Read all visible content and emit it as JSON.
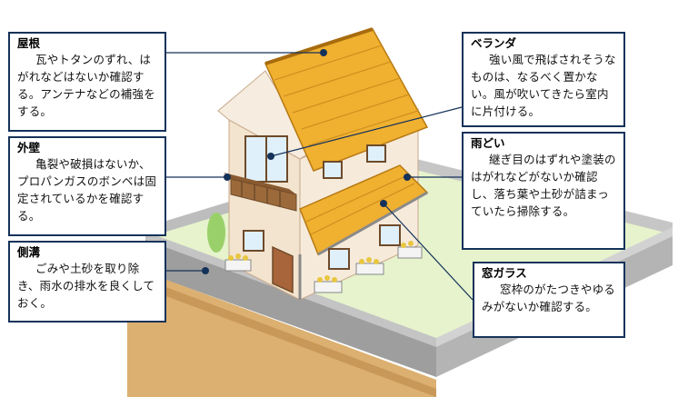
{
  "callouts": {
    "roof": {
      "title": "屋根",
      "text": "瓦やトタンのずれ、はがれなどはないか確認する。アンテナなどの補強をする。"
    },
    "wall": {
      "title": "外壁",
      "text": "亀裂や破損はないか、プロパンガスのボンベは固定されているかを確認する。"
    },
    "gutter_side": {
      "title": "側溝",
      "text": "ごみや土砂を取り除き、雨水の排水を良くしておく。"
    },
    "veranda": {
      "title": "ベランダ",
      "text": "強い風で飛ばされそうなものは、なるべく置かない。風が吹いてきたら室内に片付ける。"
    },
    "rain_gutter": {
      "title": "雨どい",
      "text": "継ぎ目のはずれや塗装のはがれなどがないか確認し、落ち葉や土砂が詰まっていたら掃除する。"
    },
    "window_glass": {
      "title": "窓ガラス",
      "text": "窓枠のがたつきやゆるみがないか確認する。"
    }
  },
  "colors": {
    "border": "#14325a",
    "roof_tile": "#f0b030",
    "wall": "#f3e4cf",
    "lawn": "#e6f3cc",
    "fence": "#a8a8a8"
  }
}
